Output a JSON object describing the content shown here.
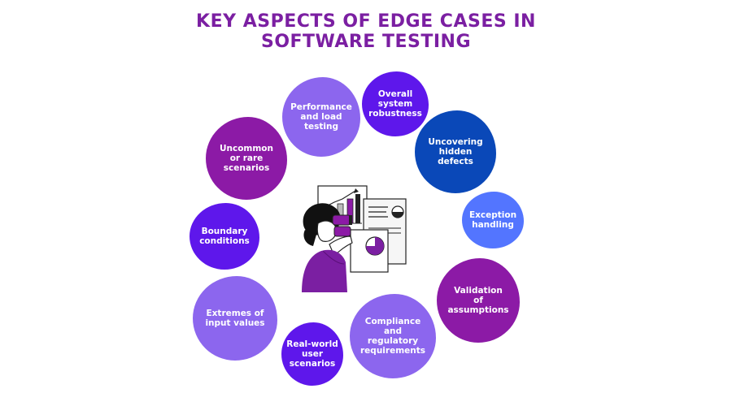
{
  "title": {
    "line1": "KEY ASPECTS OF EDGE CASES IN",
    "line2": "SOFTWARE TESTING"
  },
  "aspects": [
    {
      "label": "Performance and load testing",
      "color": "#8c66ee"
    },
    {
      "label": "Overall system robustness",
      "color": "#5e17eb"
    },
    {
      "label": "Uncommon or rare scenarios",
      "color": "#8c1aa6"
    },
    {
      "label": "Uncovering hidden defects",
      "color": "#0a48b8"
    },
    {
      "label": "Exception handling",
      "color": "#5375ff"
    },
    {
      "label": "Boundary conditions",
      "color": "#5e17eb"
    },
    {
      "label": "Validation of assumptions",
      "color": "#8c1aa6"
    },
    {
      "label": "Extremes of input values",
      "color": "#8c66ee"
    },
    {
      "label": "Compliance and regulatory requirements",
      "color": "#8c66ee"
    },
    {
      "label": "Real-world user scenarios",
      "color": "#5e17eb"
    }
  ]
}
